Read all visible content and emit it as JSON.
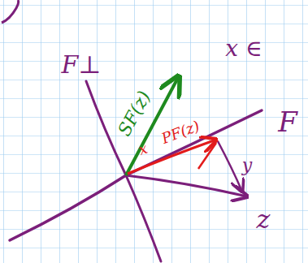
{
  "diagram": {
    "labels": [
      "F⊥",
      "x ∈",
      "F",
      "SF(z)",
      "x",
      "PF(z)",
      "y",
      "z"
    ]
  }
}
